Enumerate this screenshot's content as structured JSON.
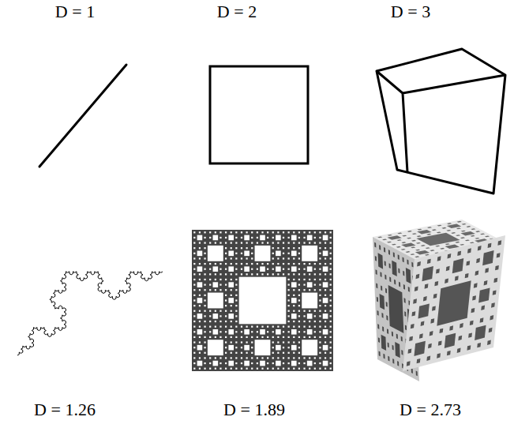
{
  "diagram": {
    "labels": [
      "D = 1",
      "D = 2",
      "D = 3",
      "D = 1.26",
      "D = 1.89",
      "D = 2.73"
    ]
  }
}
